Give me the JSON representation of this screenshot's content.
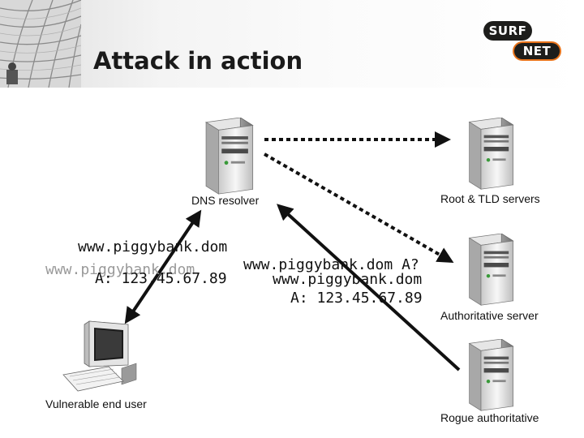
{
  "slide": {
    "title": "Attack in action"
  },
  "logo": {
    "line1": "SURF",
    "line2": "NET"
  },
  "nodes": {
    "dns_resolver": "DNS resolver",
    "root_tld": "Root & TLD servers",
    "authoritative": "Authoritative server",
    "rogue": "Rogue authoritative",
    "end_user": "Vulnerable end user"
  },
  "messages": {
    "reply_left_name": "www.piggybank.dom",
    "reply_left_addr": "A: 123.45.67.89",
    "query_faded": "www.piggybank.dom",
    "query_mid": "www.piggybank.dom A?",
    "reply_mid_name": "www.piggybank.dom",
    "reply_mid_addr": "A: 123.45.67.89"
  },
  "colors": {
    "logo_dark": "#1d1d1b",
    "logo_accent": "#e8731a",
    "arrow": "#111111"
  }
}
